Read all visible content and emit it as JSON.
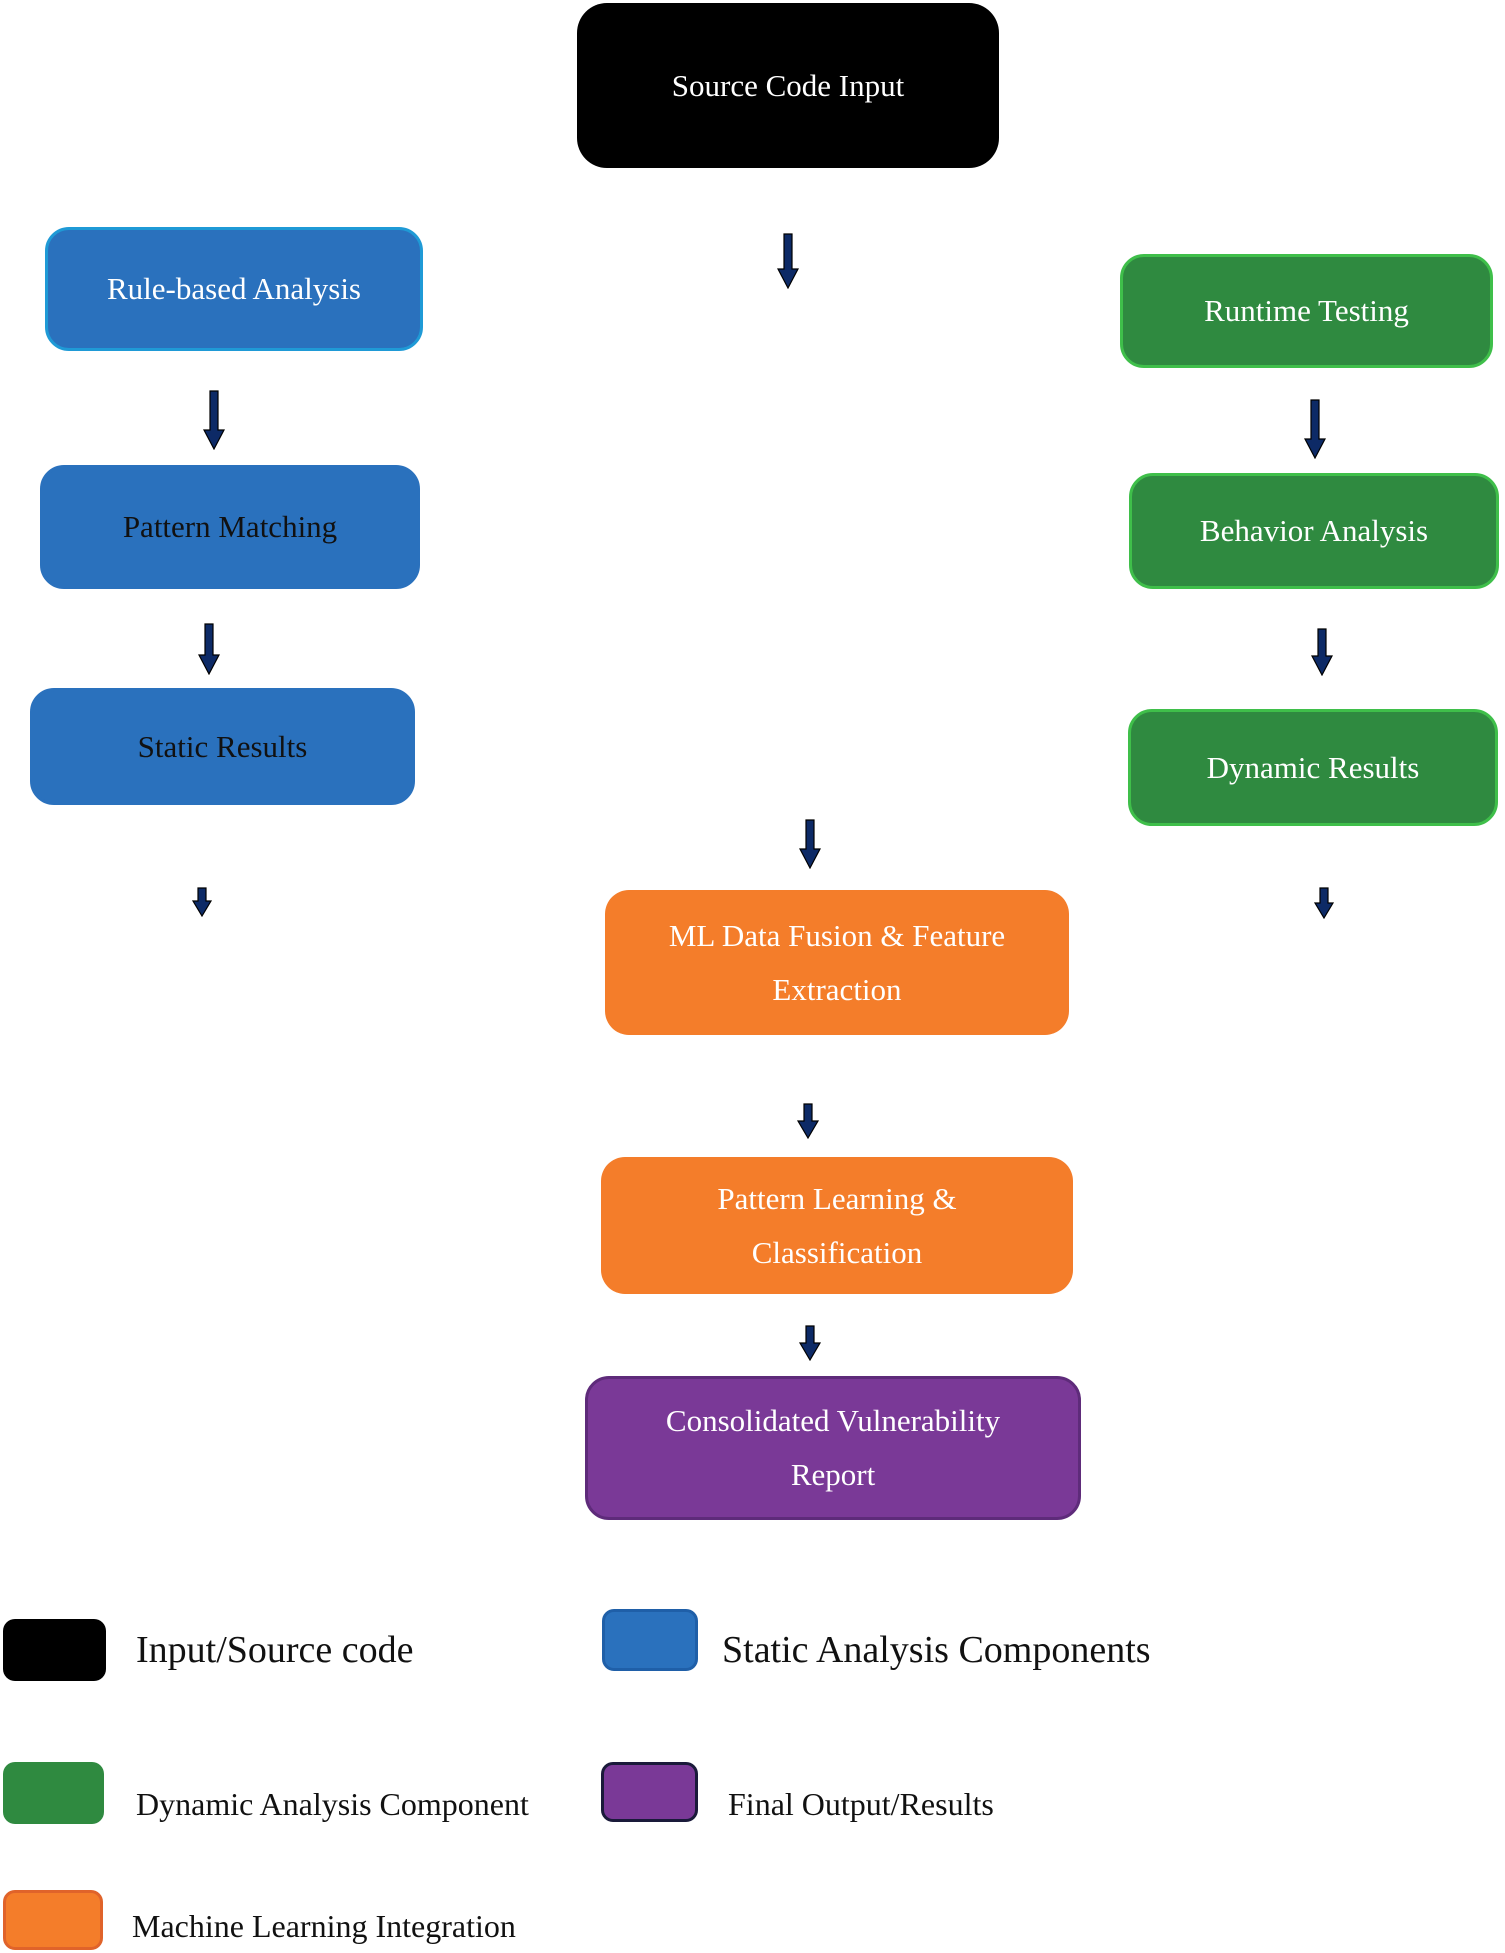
{
  "nodes": {
    "source_code_input": "Source Code Input",
    "rule_based_analysis": "Rule-based Analysis",
    "pattern_matching": "Pattern Matching",
    "static_results": "Static Results",
    "runtime_testing": "Runtime Testing",
    "behavior_analysis": "Behavior Analysis",
    "dynamic_results": "Dynamic Results",
    "ml_fusion_line1": "ML Data Fusion & Feature",
    "ml_fusion_line2": "Extraction",
    "pattern_learning_line1": "Pattern Learning &",
    "pattern_learning_line2": "Classification",
    "report_line1": "Consolidated Vulnerability",
    "report_line2": "Report"
  },
  "legend": {
    "input": "Input/Source code",
    "static": "Static Analysis Components",
    "dynamic": "Dynamic Analysis Component",
    "final": "Final Output/Results",
    "ml": "Machine Learning Integration"
  },
  "colors": {
    "input": "#000000",
    "static": "#2a71bd",
    "dynamic": "#2f8a40",
    "ml": "#f47d2a",
    "final": "#7a3997",
    "arrow": "#0d2a66"
  }
}
